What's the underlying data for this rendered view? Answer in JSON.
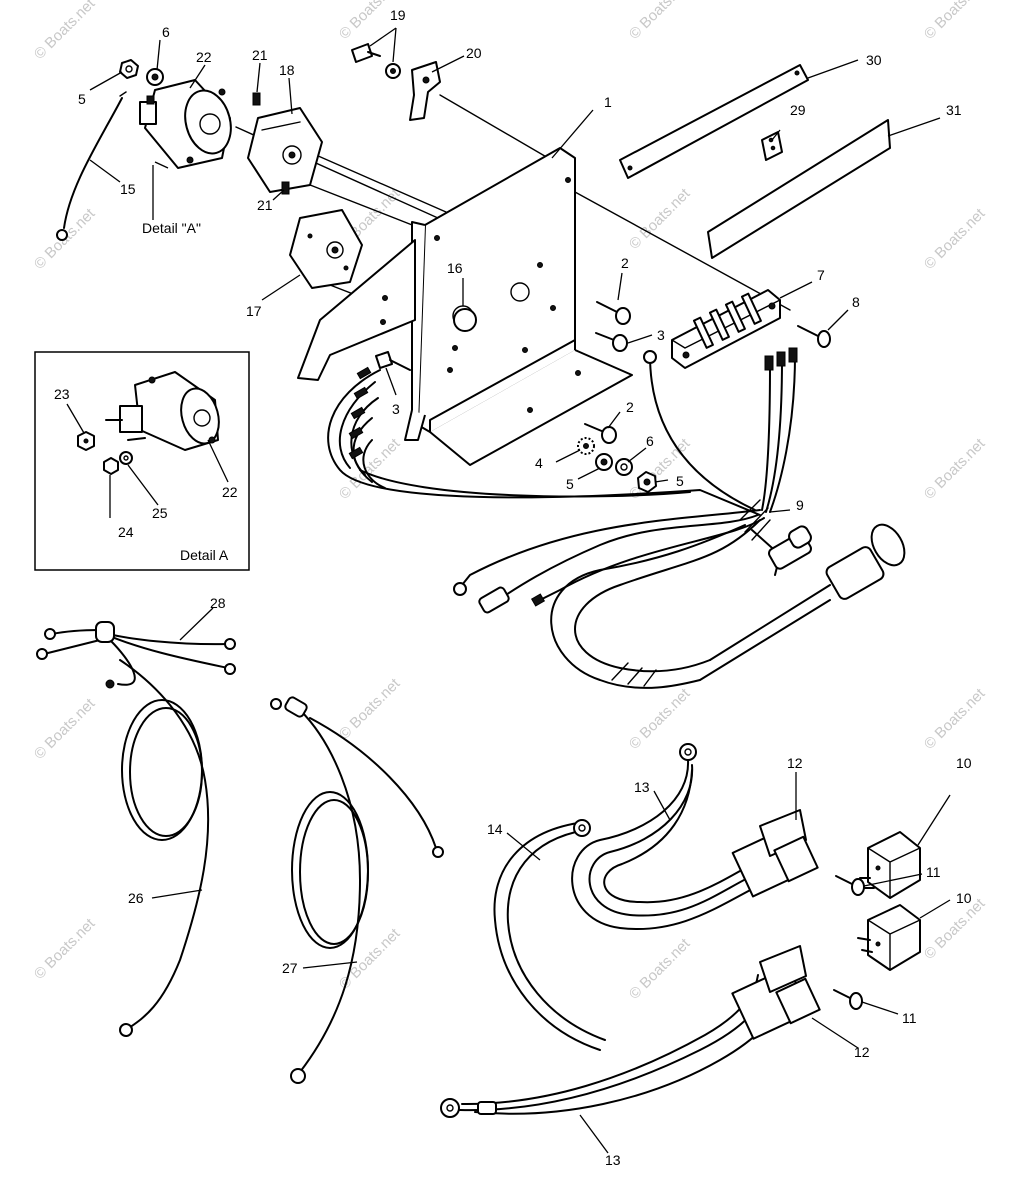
{
  "watermark": "© Boats.net",
  "detail_labels": {
    "inline": "Detail \"A\"",
    "inset": "Detail A"
  },
  "callouts": {
    "c1": "1",
    "c2a": "2",
    "c2b": "2",
    "c3a": "3",
    "c3b": "3",
    "c4": "4",
    "c5a": "5",
    "c5b": "5",
    "c5c": "5",
    "c6a": "6",
    "c6b": "6",
    "c7": "7",
    "c8": "8",
    "c9": "9",
    "c10a": "10",
    "c10b": "10",
    "c11a": "11",
    "c11b": "11",
    "c12a": "12",
    "c12b": "12",
    "c13a": "13",
    "c13b": "13",
    "c14": "14",
    "c15": "15",
    "c16": "16",
    "c17": "17",
    "c18": "18",
    "c19": "19",
    "c20": "20",
    "c21a": "21",
    "c21b": "21",
    "c22a": "22",
    "c22b": "22",
    "c23": "23",
    "c24": "24",
    "c25": "25",
    "c26": "26",
    "c27": "27",
    "c28": "28",
    "c29": "29",
    "c30": "30",
    "c31": "31"
  }
}
